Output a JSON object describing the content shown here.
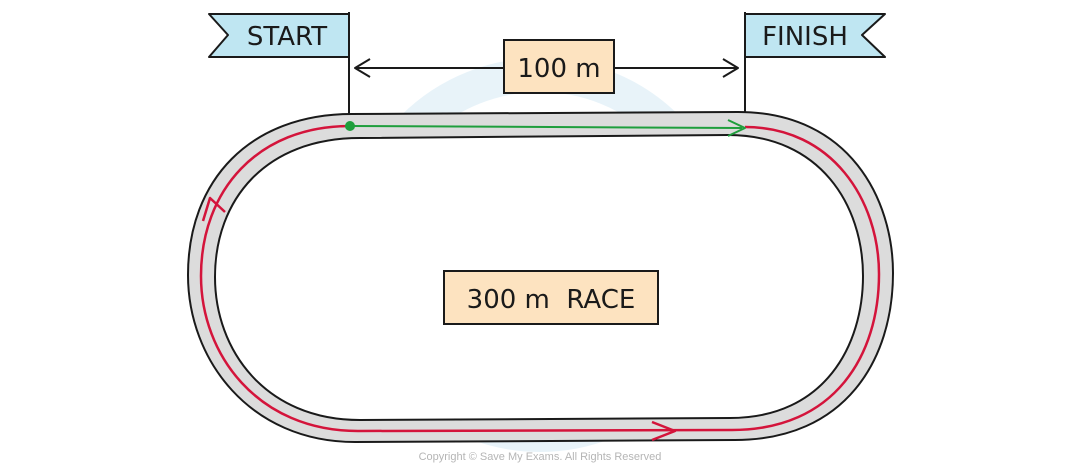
{
  "flags": {
    "start_label": "START",
    "finish_label": "FINISH"
  },
  "distance_label": "100 m",
  "race_label": "300 m  RACE",
  "copyright": "Copyright © Save My Exams. All Rights Reserved",
  "colors": {
    "flag_fill": "#bfe6f2",
    "label_fill": "#fde3c0",
    "track_fill": "#dcdcdc",
    "red_path": "#d4143b",
    "green_path": "#1f9e3c",
    "watermark": "#e3f1f7"
  }
}
